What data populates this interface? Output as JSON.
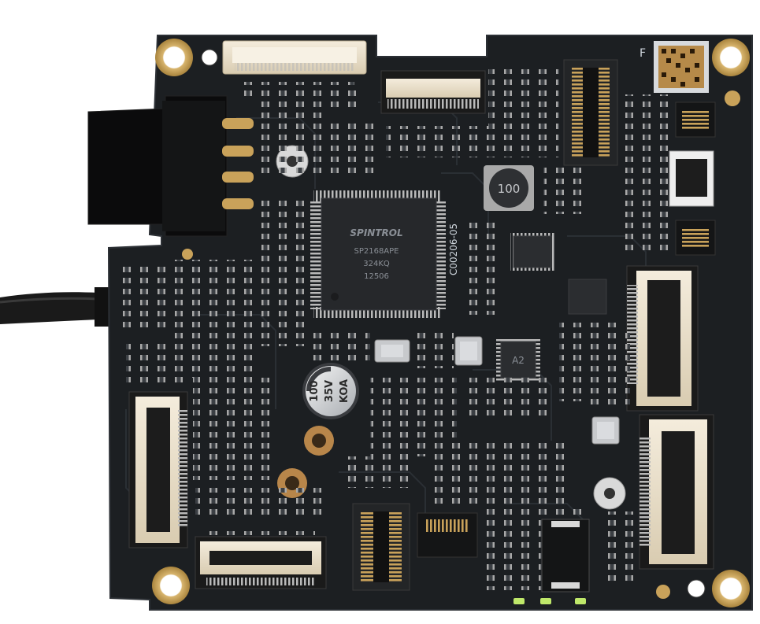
{
  "image": {
    "subject": "camera-board",
    "colors": {
      "background": "#ffffff",
      "pcb": "#1c1f22",
      "pcb_edge": "#2a2e32",
      "trace": "#25292d",
      "gold": "#c9a25a",
      "connector_beige": "#ece3d2",
      "chip_black": "#2b2d30",
      "silk": "#cfd6dd",
      "led_green": "#bfe86a"
    }
  },
  "markings": {
    "chip_brand": "SPINTROL",
    "chip_model": "SP2168APE",
    "chip_line2": "324KQ",
    "chip_line3": "12506",
    "board_code": "C00206-05",
    "inductor": "100",
    "capacitor_value": "100",
    "capacitor_voltage": "35V",
    "capacitor_series": "KOA",
    "small_chip": "A2",
    "corner_letter": "F"
  }
}
